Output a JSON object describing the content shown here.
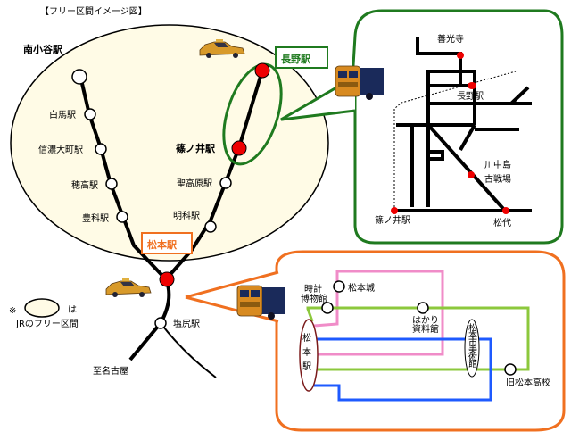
{
  "title": "【フリー区間イメージ図】",
  "colors": {
    "free_area_fill": "#fffbe6",
    "nagano_accent": "#1f7a1f",
    "matsumoto_accent": "#f07020",
    "station_highlight": "#ee0000",
    "route_pink": "#f08cc8",
    "route_green": "#8cc83c",
    "route_blue": "#1e5aff",
    "matsumoto_oval": "#7a1a1a"
  },
  "main_map": {
    "stations_left_line": [
      "南小谷駅",
      "白馬駅",
      "信濃大町駅",
      "穂高駅",
      "豊科駅"
    ],
    "stations_right_line": [
      "長野駅",
      "篠ノ井駅",
      "聖高原駅",
      "明科駅"
    ],
    "hub_station": "松本駅",
    "south_station": "塩尻駅",
    "south_direction": "至名古屋",
    "nagano_label": "長野駅",
    "matsumoto_label": "松本駅"
  },
  "legend": {
    "mark": "※",
    "suffix": "は",
    "caption": "JRのフリー区間"
  },
  "nagano_inset": {
    "labels": {
      "zenkoji": "善光寺",
      "nagano_station": "長野駅",
      "kawanakajima_1": "川中島",
      "kawanakajima_2": "古戦場",
      "shinonoi": "篠ノ井駅",
      "matsushiro": "松代"
    }
  },
  "matsumoto_inset": {
    "labels": {
      "castle": "松本城",
      "clock_museum_1": "時計",
      "clock_museum_2": "博物館",
      "scale_museum_1": "はかり",
      "scale_museum_2": "資料館",
      "art_museum": [
        "松",
        "本",
        "市",
        "美",
        "術",
        "館"
      ],
      "old_high_school": "旧松本高校",
      "station": [
        "松",
        "本",
        "駅"
      ]
    }
  }
}
